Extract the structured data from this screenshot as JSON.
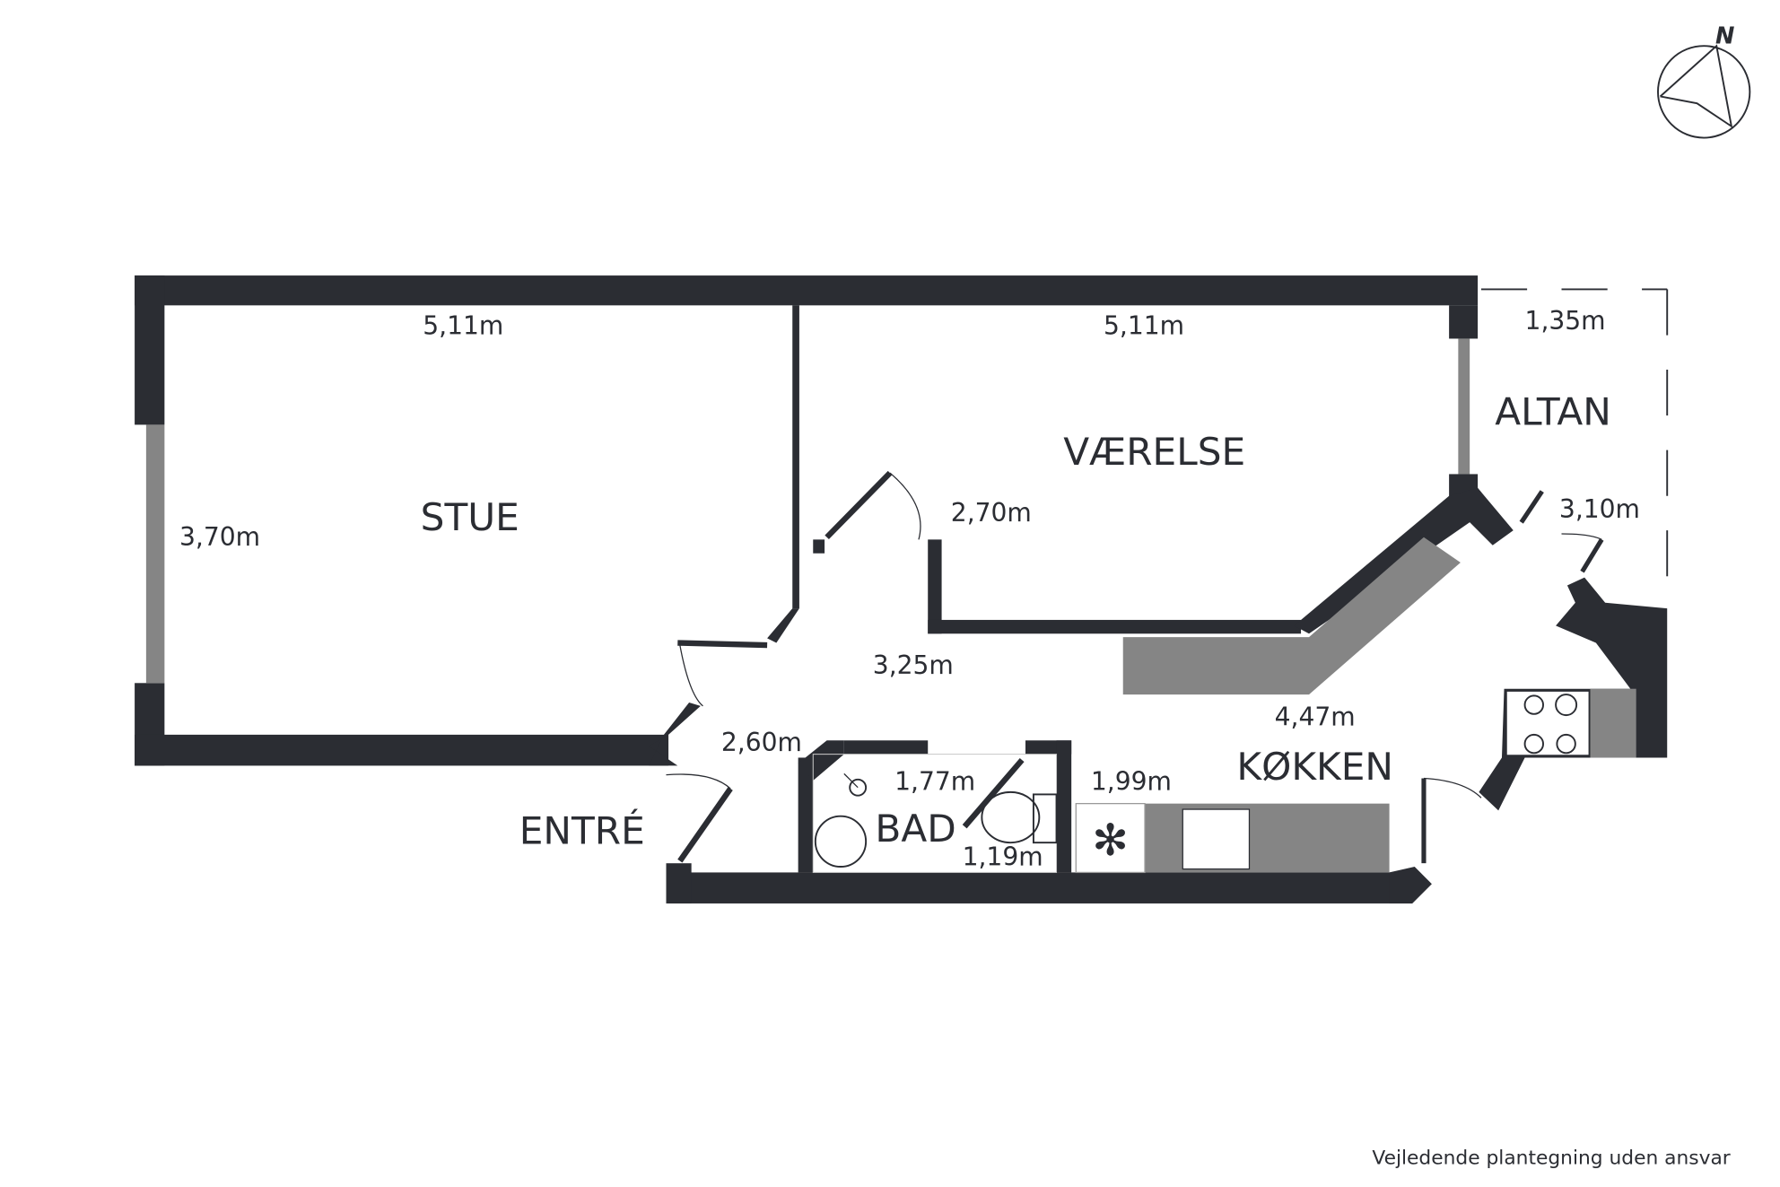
{
  "rooms": {
    "stue": "STUE",
    "vaerelse": "VÆRELSE",
    "altan": "ALTAN",
    "entre": "ENTRÉ",
    "bad": "BAD",
    "kokken": "KØKKEN"
  },
  "dimensions": {
    "stue_width": "5,11m",
    "stue_depth": "3,70m",
    "vaerelse_width": "5,11m",
    "vaerelse_depth": "2,70m",
    "altan_width": "1,35m",
    "altan_depth": "3,10m",
    "hall_length": "3,25m",
    "entre_width": "2,60m",
    "bad_width": "1,77m",
    "bad_depth": "1,19m",
    "kokken_depth": "1,99m",
    "kokken_length": "4,47m"
  },
  "compass": {
    "label": "N"
  },
  "footer": {
    "disclaimer": "Vejledende plantegning uden ansvar"
  }
}
